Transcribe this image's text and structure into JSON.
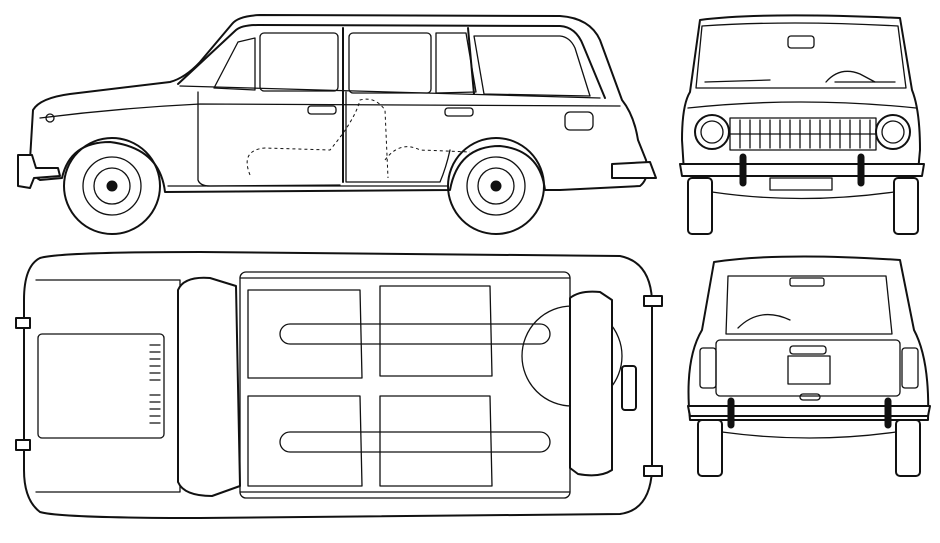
{
  "diagram": {
    "views": [
      "side-view",
      "front-view",
      "top-view",
      "rear-view"
    ]
  },
  "colors": {
    "line": "#111111",
    "background": "#ffffff"
  }
}
